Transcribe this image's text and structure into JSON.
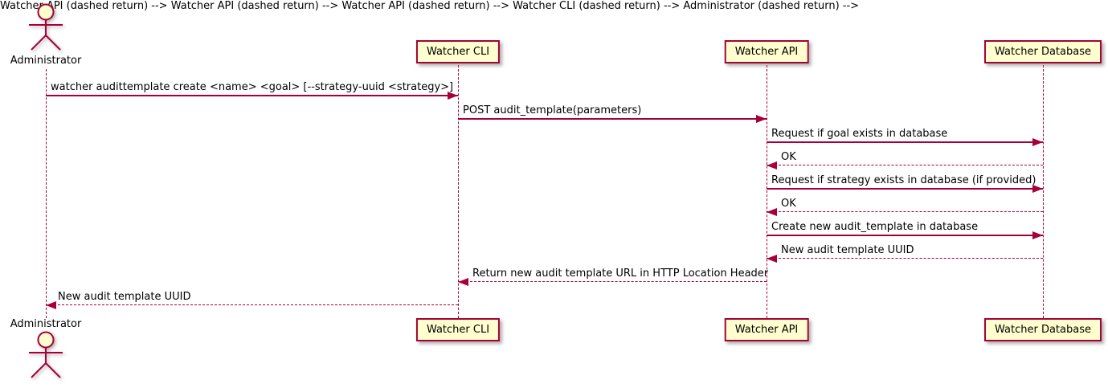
{
  "diagram": {
    "type": "sequence",
    "actor": {
      "name": "Administrator"
    },
    "participants": [
      {
        "name": "Watcher CLI"
      },
      {
        "name": "Watcher API"
      },
      {
        "name": "Watcher Database"
      }
    ],
    "messages": [
      {
        "from": "Administrator",
        "to": "Watcher CLI",
        "line": "solid",
        "label": "watcher audittemplate create <name> <goal> [--strategy-uuid <strategy>]"
      },
      {
        "from": "Watcher CLI",
        "to": "Watcher API",
        "line": "solid",
        "label": "POST audit_template(parameters)"
      },
      {
        "from": "Watcher API",
        "to": "Watcher Database",
        "line": "solid",
        "label": "Request if goal exists in database"
      },
      {
        "from": "Watcher Database",
        "to": "Watcher API",
        "line": "dashed",
        "label": "OK"
      },
      {
        "from": "Watcher API",
        "to": "Watcher Database",
        "line": "solid",
        "label": "Request if strategy exists in database (if provided)"
      },
      {
        "from": "Watcher Database",
        "to": "Watcher API",
        "line": "dashed",
        "label": "OK"
      },
      {
        "from": "Watcher API",
        "to": "Watcher Database",
        "line": "solid",
        "label": "Create new audit_template in database"
      },
      {
        "from": "Watcher Database",
        "to": "Watcher API",
        "line": "dashed",
        "label": "New audit template UUID"
      },
      {
        "from": "Watcher API",
        "to": "Watcher CLI",
        "line": "dashed",
        "label": "Return new audit template URL in HTTP Location Header"
      },
      {
        "from": "Watcher CLI",
        "to": "Administrator",
        "line": "dashed",
        "label": "New audit template UUID"
      }
    ],
    "colors": {
      "border": "#A80036",
      "participant_fill": "#FEFECE",
      "text": "#000000",
      "background": "#FFFFFF"
    }
  }
}
